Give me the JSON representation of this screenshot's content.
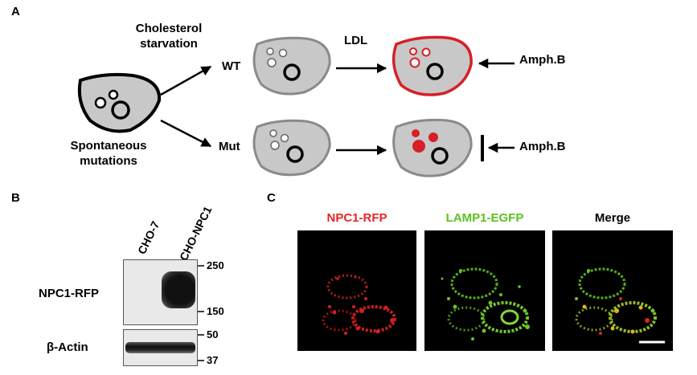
{
  "panel_a": {
    "letter": "A",
    "starvation": [
      "Cholesterol",
      "starvation"
    ],
    "mutations": [
      "Spontaneous",
      "mutations"
    ],
    "wt": "WT",
    "mut": "Mut",
    "ldl": "LDL",
    "drug_top": "Amph.B",
    "drug_bottom": "Amph.B"
  },
  "panel_b": {
    "letter": "B",
    "lanes": [
      "CHO-7",
      "CHO-NPC1"
    ],
    "rows": [
      "NPC1-RFP",
      "β-Actin"
    ],
    "markers_top": [
      "250",
      "150"
    ],
    "markers_bottom": [
      "50",
      "37"
    ]
  },
  "panel_c": {
    "letter": "C",
    "channels": [
      {
        "label": "NPC1-RFP",
        "color": "#e8242a"
      },
      {
        "label": "LAMP1-EGFP",
        "color": "#5cc21f"
      },
      {
        "label": "Merge",
        "color": "#000000"
      }
    ]
  },
  "colors": {
    "cell_fill": "#c8c8c8",
    "cell_border_grey": "#8a8a8a",
    "red": "#d62027"
  }
}
